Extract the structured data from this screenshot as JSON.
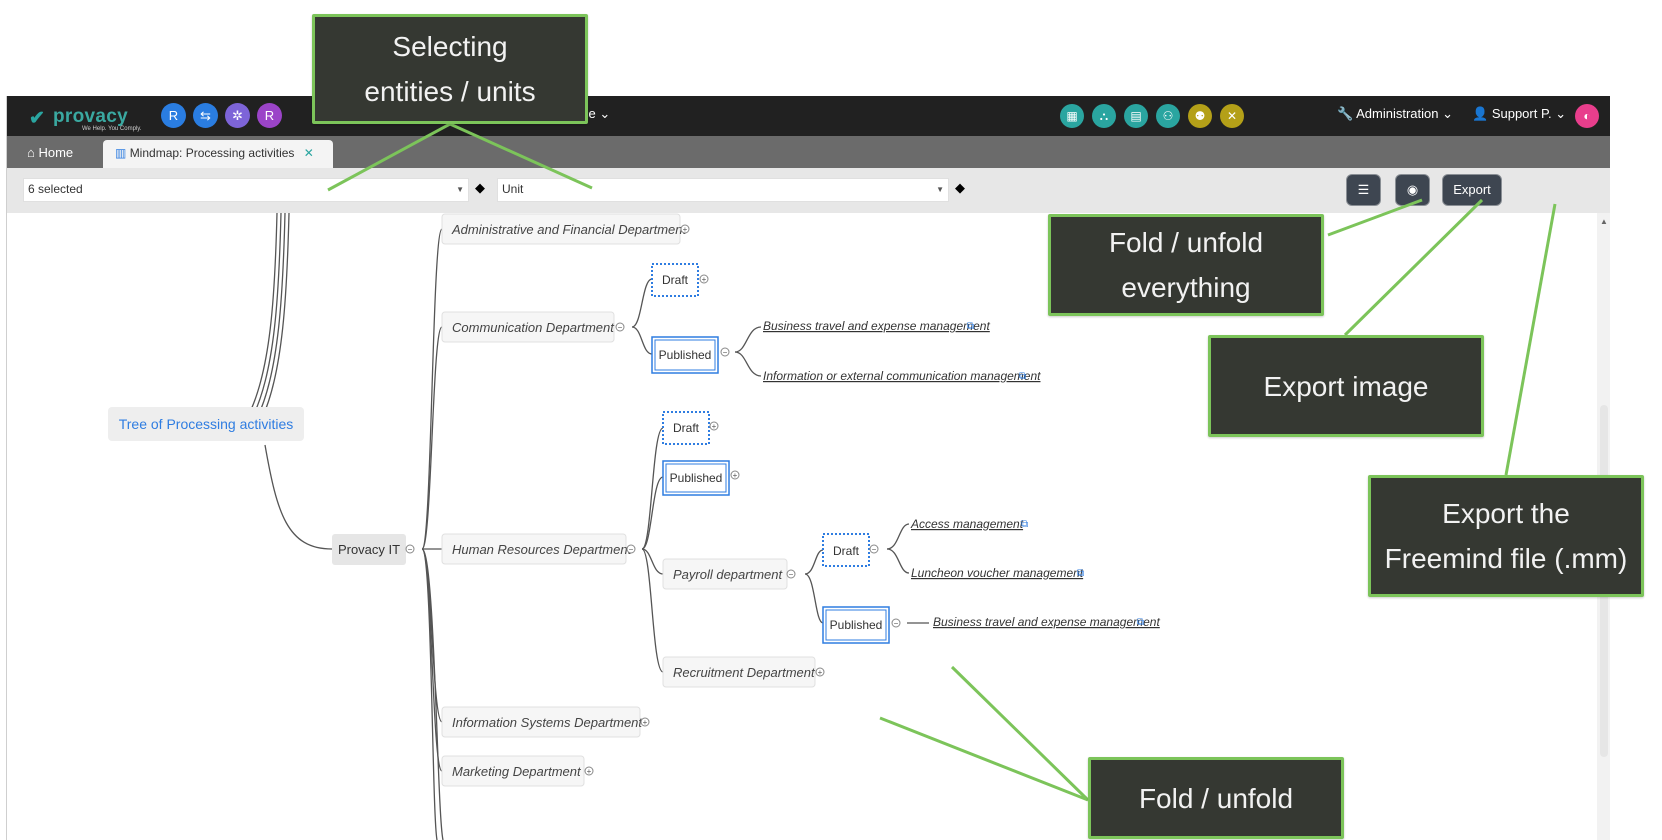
{
  "app": {
    "logo_text": "provacy",
    "logo_tagline": "We Help. You Comply.",
    "nav_partial_label": "ce",
    "admin_label": "Administration",
    "user_label": "Support P."
  },
  "colors": {
    "topbar": "#212121",
    "tabbar": "#6b6b6b",
    "accent": "#2aa5a0",
    "callout_bg": "#353832",
    "callout_border": "#7cc45a",
    "link_blue": "#2f7de1"
  },
  "left_icons": [
    {
      "name": "letter-r",
      "glyph": "R",
      "color": "#2a7de1"
    },
    {
      "name": "flow-icon",
      "glyph": "⇆",
      "color": "#2a7de1"
    },
    {
      "name": "gear-network-icon",
      "glyph": "✲",
      "color": "#7d64d8"
    },
    {
      "name": "letter-r-purple",
      "glyph": "R",
      "color": "#9b44c8"
    }
  ],
  "right_icons": [
    {
      "name": "building-icon",
      "glyph": "▦",
      "color": "#2aa5a0"
    },
    {
      "name": "org-chart-icon",
      "glyph": "⛬",
      "color": "#2aa5a0"
    },
    {
      "name": "entity-icon",
      "glyph": "▤",
      "color": "#2aa5a0"
    },
    {
      "name": "users-icon",
      "glyph": "⚇",
      "color": "#2aa5a0"
    },
    {
      "name": "people-icon",
      "glyph": "⚉",
      "color": "#b4a018"
    },
    {
      "name": "tools-icon",
      "glyph": "✕",
      "color": "#b4a018"
    }
  ],
  "tabs": {
    "home": "Home",
    "active": "Mindmap: Processing activities",
    "close": "✕"
  },
  "filters": {
    "entities_value": "6 selected",
    "unit_placeholder": "Unit"
  },
  "toolbar": {
    "export_label": "Export"
  },
  "mindmap": {
    "root": "Tree of Processing activities",
    "company": "Provacy IT",
    "departments": [
      "Administrative and Financial Department",
      "Communication Department",
      "Human Resources Department",
      "Information Systems Department",
      "Marketing Department"
    ],
    "sub_departments": [
      "Payroll department",
      "Recruitment Department"
    ],
    "status": {
      "draft": "Draft",
      "published": "Published"
    },
    "activities": {
      "comm_travel": "Business travel and expense management",
      "comm_info": "Information or external communication management",
      "payroll_access": "Access management",
      "payroll_luncheon": "Luncheon voucher management",
      "payroll_travel": "Business travel and expense management"
    }
  },
  "callouts": {
    "selecting": [
      "Selecting",
      "entities / units"
    ],
    "fold_all": [
      "Fold / unfold",
      "everything"
    ],
    "export_image": [
      "Export image"
    ],
    "export_freemind": [
      "Export the",
      "Freemind file (.mm)"
    ],
    "fold": [
      "Fold / unfold"
    ]
  }
}
